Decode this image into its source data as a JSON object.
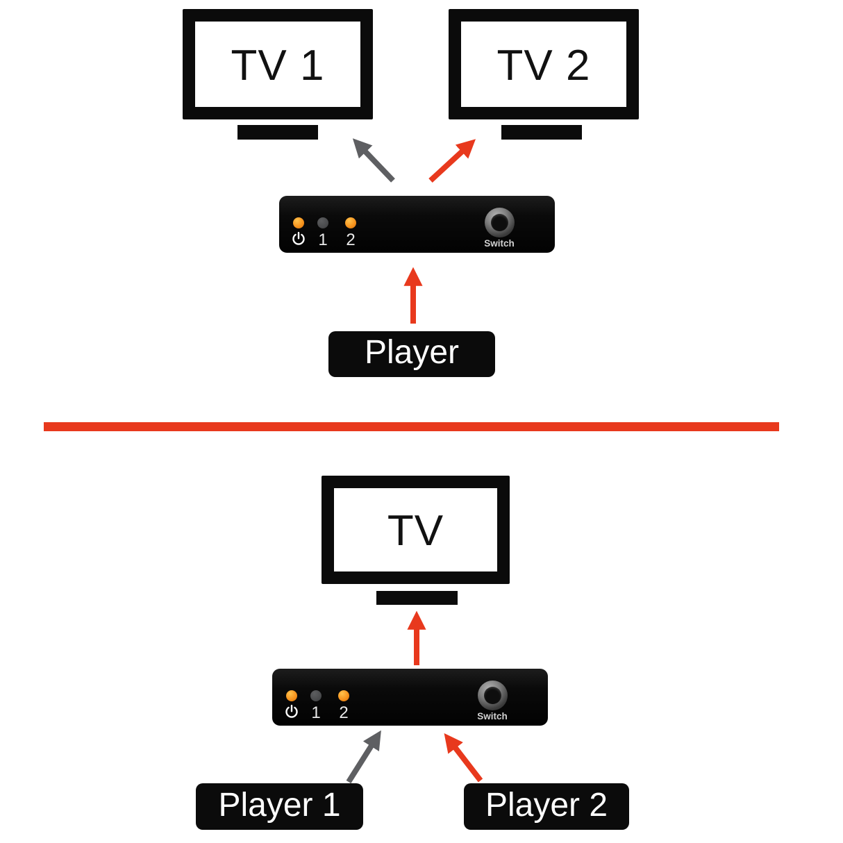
{
  "top_section": {
    "tv1_label": "TV 1",
    "tv2_label": "TV 2",
    "player_label": "Player",
    "switch": {
      "led1_label": "1",
      "led2_label": "2",
      "button_label": "Switch",
      "power_led_state": "on",
      "led1_state": "off",
      "led2_state": "on"
    }
  },
  "bottom_section": {
    "tv_label": "TV",
    "player1_label": "Player 1",
    "player2_label": "Player 2",
    "switch": {
      "led1_label": "1",
      "led2_label": "2",
      "button_label": "Switch",
      "power_led_state": "on",
      "led1_state": "off",
      "led2_state": "on"
    }
  },
  "icons": {
    "power": "power-icon",
    "switch_button": "switch-button"
  },
  "colors": {
    "arrow_red": "#e8391d",
    "arrow_gray": "#5e5f62",
    "led_on_orange": "#f7941e",
    "led_off_gray": "#4a4b4d",
    "device_black": "#0b0b0b",
    "divider_red": "#e8391d"
  }
}
